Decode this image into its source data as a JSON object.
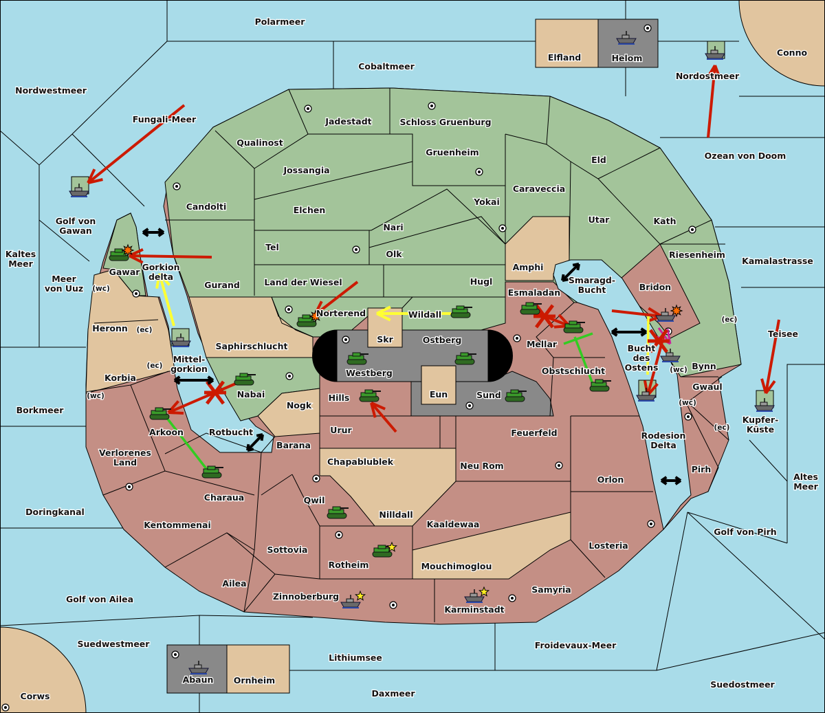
{
  "colors": {
    "sea": "#a9dce9",
    "green": "#a3c49a",
    "pink": "#c48f85",
    "tan": "#e1c59f",
    "gray": "#898989",
    "border": "#000000",
    "army": "#3a9a2a",
    "fleet": "#6a6a6a",
    "attack": "#cc1a00",
    "support": "#33cc22",
    "convoy": "#ffff33",
    "retreat": "#cc2299"
  },
  "regions": [
    "Polarmeer",
    "Cobaltmeer",
    "Nordwestmeer",
    "Fungali-Meer",
    "Elfland",
    "Helom",
    "Conno",
    "Nordostmeer",
    "Jadestadt",
    "Schloss Gruenburg",
    "Qualinost",
    "Gruenheim",
    "Eld",
    "Ozean von Doom",
    "Jossangia",
    "Caraveccia",
    "Candolti",
    "Elchen",
    "Yokai",
    "Utar",
    "Kath",
    "Golf von\nGawan",
    "Nari",
    "Tel",
    "Olk",
    "Kaltes\nMeer",
    "Riesenheim",
    "Kamalastrasse",
    "Amphi",
    "Gawar",
    "Gorkion\ndelta",
    "Meer\nvon Uuz",
    "Smaragd-\nBucht",
    "Gurand",
    "Land der Wiesel",
    "Hugl",
    "Bridon",
    "Esmaladan",
    "Norterend",
    "Wildall",
    "Heronn",
    "Teisee",
    "Skr",
    "Ostberg",
    "Mellar",
    "Saphirschlucht",
    "Bucht\ndes\nOstens",
    "Mittel-\ngorkion",
    "Bynn",
    "Westberg",
    "Obstschlucht",
    "Korbia",
    "Gwaul",
    "Nabai",
    "Eun",
    "Sund",
    "Hills",
    "Nogk",
    "Borkmeer",
    "Kupfer-\nKüste",
    "Urur",
    "Feuerfeld",
    "Arkoon",
    "Rotbucht",
    "Rodesion\nDelta",
    "Barana",
    "Verlorenes\nLand",
    "Chapablublek",
    "Neu Rom",
    "Pirh",
    "Orlon",
    "Altes\nMeer",
    "Qwil",
    "Charaua",
    "Doringkanal",
    "Nilldall",
    "Kentommenai",
    "Kaaldewaa",
    "Golf von Pirh",
    "Losteria",
    "Sottovia",
    "Rotheim",
    "Mouchimoglou",
    "Ailea",
    "Samyria",
    "Zinnoberburg",
    "Golf von Ailea",
    "Karminstadt",
    "Suedwestmeer",
    "Froidevaux-Meer",
    "Lithiumsee",
    "Abaun",
    "Ornheim",
    "Suedostmeer",
    "Daxmeer",
    "Corws"
  ],
  "coasts": [
    "(wc)",
    "(ec)",
    "(ec)",
    "(ec)",
    "(wc)",
    "(wc)",
    "(wc)",
    "(ec)"
  ],
  "units": {
    "armies": 15,
    "fleets": 11,
    "home_stars": 3,
    "dislodged_markers": 3
  }
}
